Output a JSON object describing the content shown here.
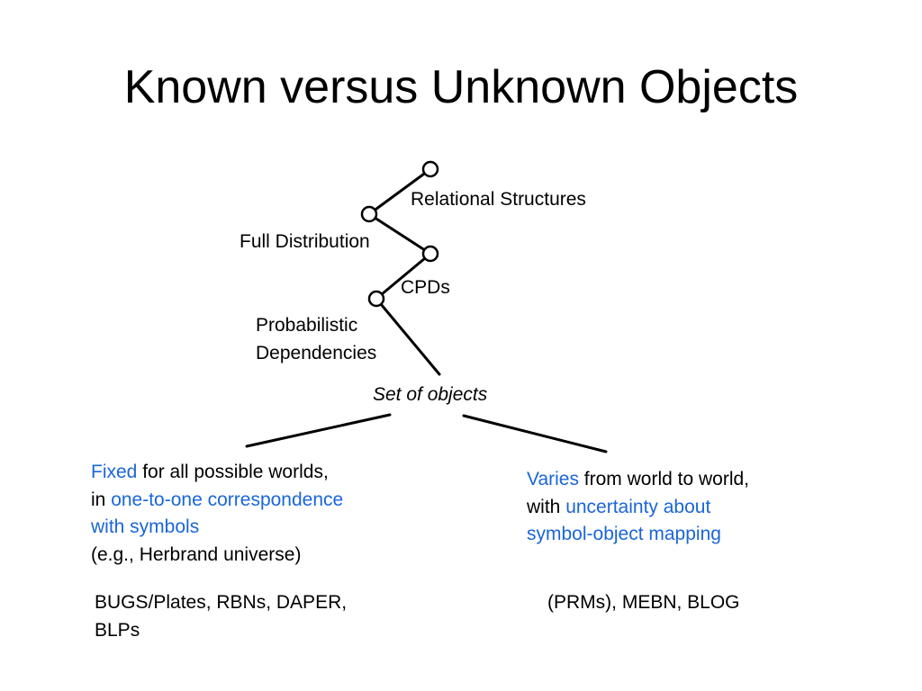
{
  "title": "Known versus Unknown Objects",
  "tree": {
    "labels": {
      "relational_structures": "Relational Structures",
      "full_distribution": "Full Distribution",
      "cpds": "CPDs",
      "probabilistic_line1": "Probabilistic",
      "probabilistic_line2": "Dependencies",
      "set_of_objects": "Set of objects"
    }
  },
  "left_branch": {
    "line1_highlight": "Fixed",
    "line1_rest": " for all possible worlds,",
    "line2_prefix": "in ",
    "line2_highlight": "one-to-one correspondence",
    "line3_highlight": "with symbols",
    "line4": "(e.g., Herbrand universe)",
    "examples_line1": "BUGS/Plates, RBNs, DAPER,",
    "examples_line2": "BLPs"
  },
  "right_branch": {
    "line1_highlight": "Varies",
    "line1_rest": " from world to world,",
    "line2_prefix": "with ",
    "line2_highlight": "uncertainty about",
    "line3_highlight": "symbol-object mapping",
    "examples": "(PRMs), MEBN, BLOG"
  },
  "colors": {
    "highlight": "#1a66d9",
    "text": "#000000",
    "background": "#ffffff"
  }
}
